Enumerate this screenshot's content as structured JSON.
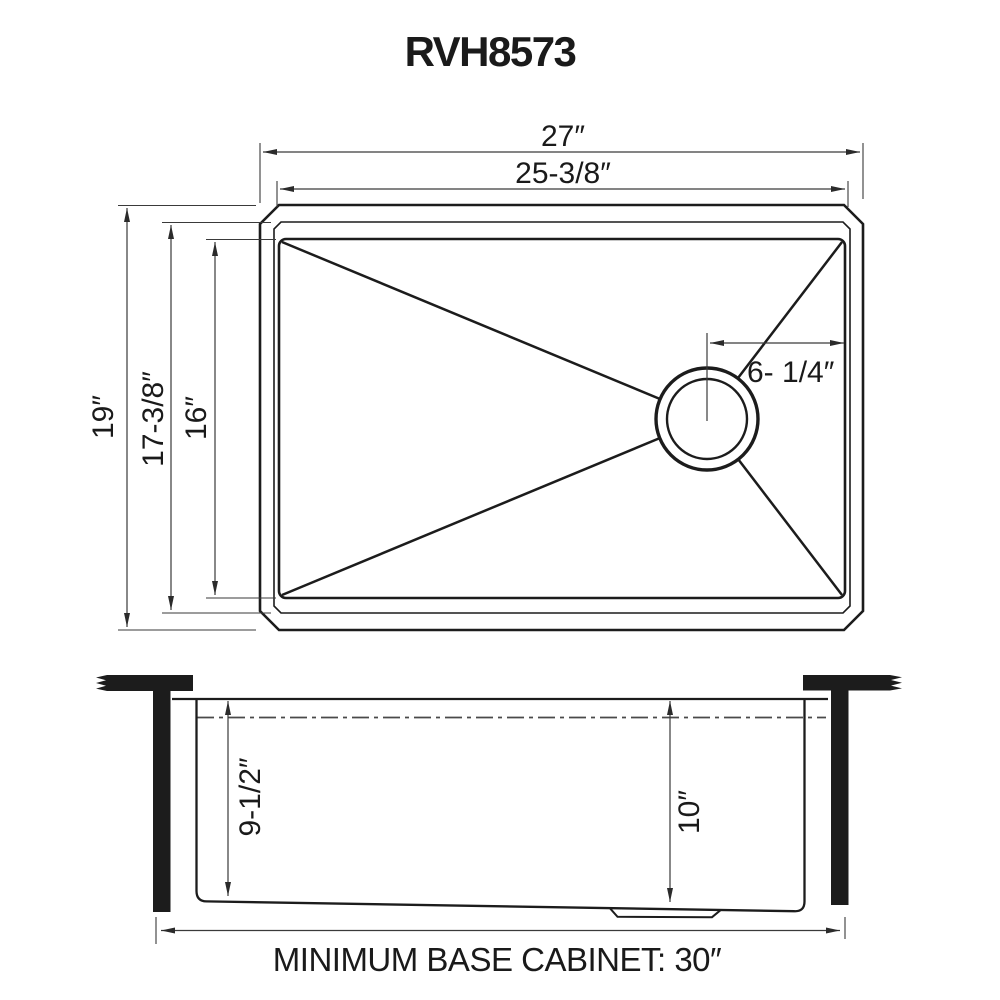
{
  "title": "RVH8573",
  "top_view": {
    "overall_width": "27″",
    "bowl_width": "25-3/8″",
    "overall_depth": "19″",
    "rim_depth": "17-3/8″",
    "bowl_depth": "16″",
    "drain_offset": "6- 1/4″"
  },
  "side_view": {
    "bowl_depth_left": "9-1/2″",
    "bowl_depth_right": "10″",
    "base_cabinet_note": "MINIMUM BASE CABINET: 30″"
  }
}
